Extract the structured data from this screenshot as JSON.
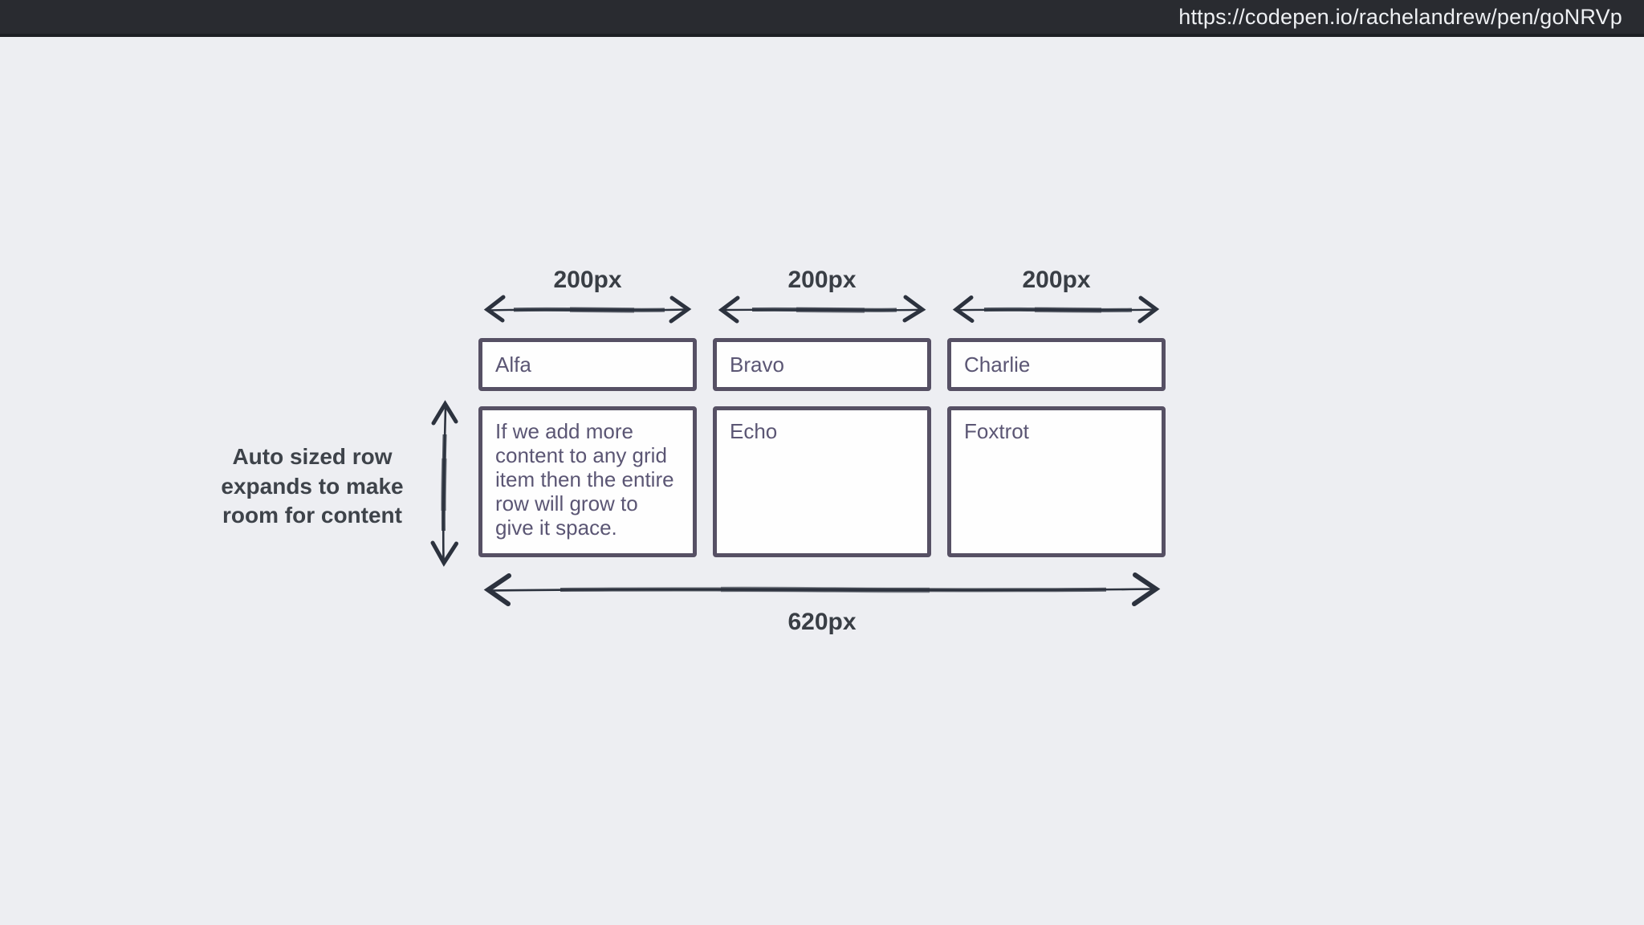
{
  "browser": {
    "url": "https://codepen.io/rachelandrew/pen/goNRVp"
  },
  "diagram": {
    "column_width_labels": [
      "200px",
      "200px",
      "200px"
    ],
    "total_width_label": "620px",
    "row_annotation": "Auto sized row\nexpands to make\nroom for content",
    "grid": {
      "row1_items": [
        "Alfa",
        "Bravo",
        "Charlie"
      ],
      "row2_items": [
        "If we add more\ncontent to any grid\nitem then the entire\nrow will grow to\ngive it space.",
        "Echo",
        "Foxtrot"
      ]
    },
    "colors": {
      "page_background": "#edeef2",
      "topbar_background": "#292b30",
      "url_text": "#eef0f3",
      "box_border": "#565064",
      "box_fill": "#fefefe",
      "box_text": "#5b5674",
      "sketch_ink": "#2c323e",
      "measure_label_text": "#393e45"
    }
  }
}
